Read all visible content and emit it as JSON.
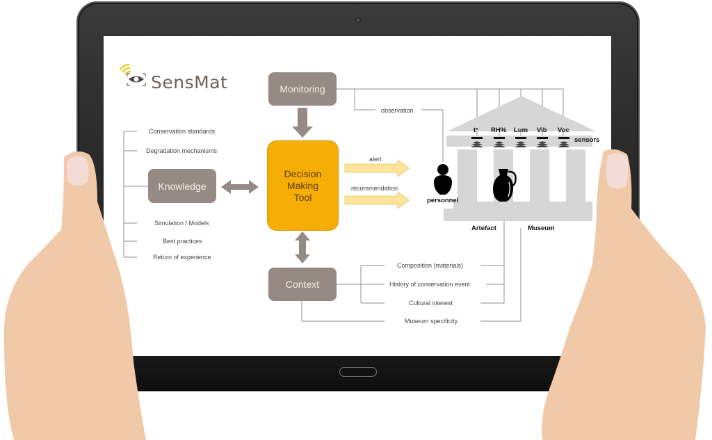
{
  "brand": {
    "name": "SensMat",
    "logo_icon": "eye-signal-icon",
    "logo_accent_color": "#f3c200",
    "logo_text_color": "#6b625c"
  },
  "colors": {
    "node_gray": "#958a84",
    "decision_orange": "#f6ad06",
    "arrow_yellow": "#fde49a",
    "temple_gray": "#d6d6d6",
    "line_gray": "#8f8f8f"
  },
  "nodes": {
    "monitoring": "Monitoring",
    "decision_line1": "Decision",
    "decision_line2": "Making",
    "decision_line3": "Tool",
    "knowledge": "Knowledge",
    "context": "Context"
  },
  "knowledge_items": [
    "Conservation standards",
    "Degradation mechanisms",
    "Simulation / Models",
    "Best practices",
    "Return of experience"
  ],
  "context_items": [
    "Composition (materials)",
    "History of conservation event",
    "Cultural interest",
    "Museum specificity"
  ],
  "flows": {
    "observation": "observation",
    "alert": "alert",
    "recommendation": "recommendation"
  },
  "museum": {
    "sensors": [
      "t°",
      "RH%",
      "Lum",
      "Vib",
      "Voc"
    ],
    "sensors_label": "sensors",
    "personnel_label": "personnel",
    "artefact_label": "Artefact",
    "museum_label": "Museum"
  },
  "device": {
    "type": "tablet",
    "home_button": "home-button",
    "camera": "front-camera"
  }
}
